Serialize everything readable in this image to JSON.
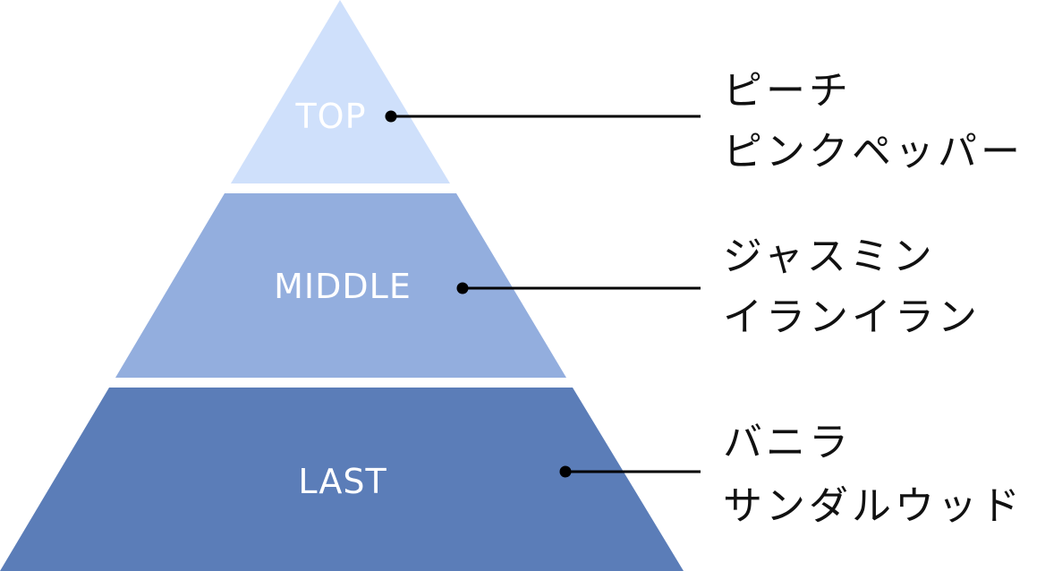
{
  "pyramid": {
    "tiers": [
      {
        "label": "TOP",
        "color": "#cfe0fb",
        "notes": [
          "ピーチ",
          "ピンクペッパー"
        ]
      },
      {
        "label": "MIDDLE",
        "color": "#93aede",
        "notes": [
          "ジャスミン",
          "イランイラン"
        ]
      },
      {
        "label": "LAST",
        "color": "#5b7db8",
        "notes": [
          "バニラ",
          "サンダルウッド"
        ]
      }
    ],
    "connector_color": "#000000",
    "text_color": "#111111"
  }
}
